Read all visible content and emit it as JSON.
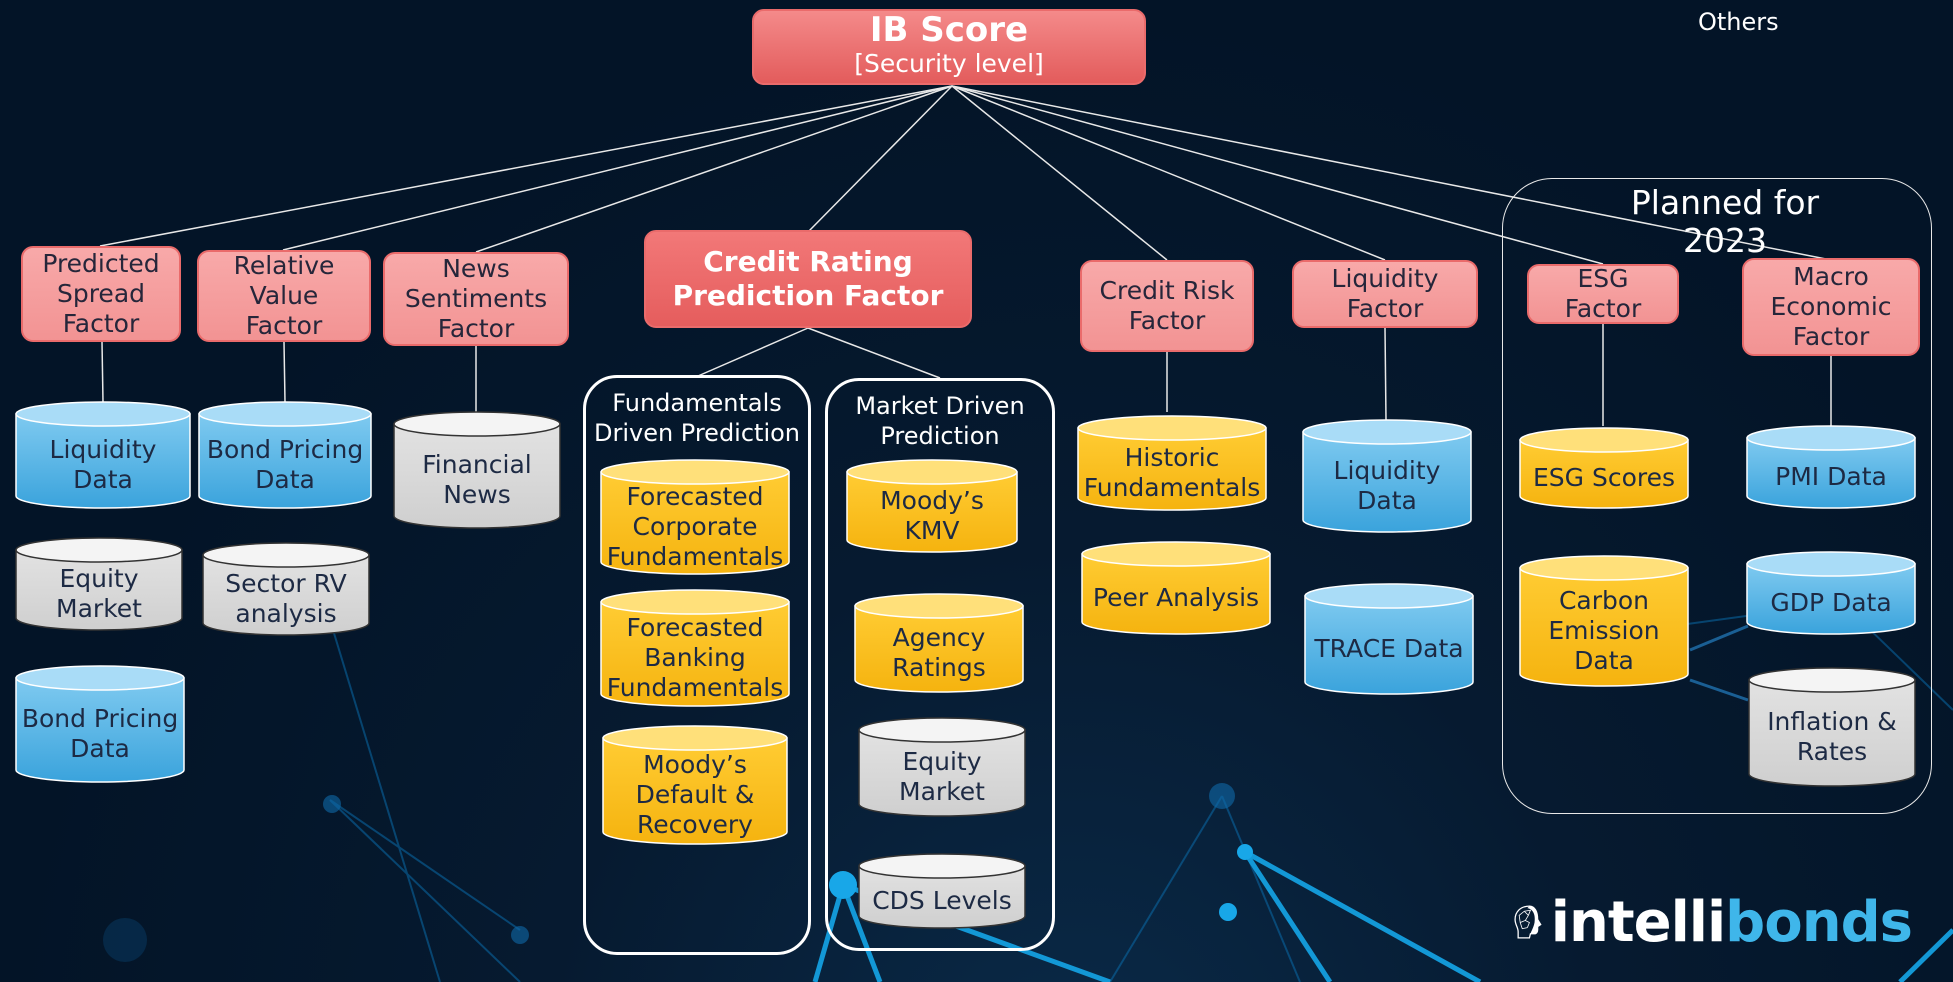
{
  "top": {
    "title": "IB Score",
    "subtitle": "[Security level]"
  },
  "others": "Others",
  "planned": {
    "label": "Planned for\n2023"
  },
  "factors": [
    {
      "id": "spread",
      "label": "Predicted\nSpread\nFactor"
    },
    {
      "id": "rv",
      "label": "Relative\nValue\nFactor"
    },
    {
      "id": "news",
      "label": "News\nSentiments\nFactor"
    },
    {
      "id": "credit",
      "label": "Credit Rating\nPrediction Factor"
    },
    {
      "id": "risk",
      "label": "Credit Risk\nFactor"
    },
    {
      "id": "liq",
      "label": "Liquidity\nFactor"
    },
    {
      "id": "esg",
      "label": "ESG\nFactor"
    },
    {
      "id": "macro",
      "label": "Macro\nEconomic\nFactor"
    }
  ],
  "groups": [
    {
      "id": "fund",
      "label": "Fundamentals\nDriven Prediction"
    },
    {
      "id": "mkt",
      "label": "Market Driven\nPrediction"
    }
  ],
  "data_sources": [
    {
      "id": "d1",
      "label": "Liquidity\nData",
      "color": "blue"
    },
    {
      "id": "d2",
      "label": "Equity\nMarket",
      "color": "gray"
    },
    {
      "id": "d3",
      "label": "Bond Pricing\nData",
      "color": "blue"
    },
    {
      "id": "d4",
      "label": "Bond Pricing\nData",
      "color": "blue"
    },
    {
      "id": "d5",
      "label": "Sector RV\nanalysis",
      "color": "gray"
    },
    {
      "id": "d6",
      "label": "Financial\nNews",
      "color": "gray"
    },
    {
      "id": "d7",
      "label": "Forecasted\nCorporate\nFundamentals",
      "color": "yellow"
    },
    {
      "id": "d8",
      "label": "Forecasted\nBanking\nFundamentals",
      "color": "yellow"
    },
    {
      "id": "d9",
      "label": "Moody’s\nDefault &\nRecovery",
      "color": "yellow"
    },
    {
      "id": "d10",
      "label": "Moody’s\nKMV",
      "color": "yellow"
    },
    {
      "id": "d11",
      "label": "Agency\nRatings",
      "color": "yellow"
    },
    {
      "id": "d12",
      "label": "Equity\nMarket",
      "color": "gray"
    },
    {
      "id": "d13",
      "label": "CDS Levels",
      "color": "gray"
    },
    {
      "id": "d14",
      "label": "Historic\nFundamentals",
      "color": "yellow"
    },
    {
      "id": "d15",
      "label": "Peer Analysis",
      "color": "yellow"
    },
    {
      "id": "d16",
      "label": "Liquidity\nData",
      "color": "blue"
    },
    {
      "id": "d17",
      "label": "TRACE Data",
      "color": "blue"
    },
    {
      "id": "d18",
      "label": "ESG Scores",
      "color": "yellow"
    },
    {
      "id": "d19",
      "label": "Carbon\nEmission\nData",
      "color": "yellow"
    },
    {
      "id": "d20",
      "label": "PMI Data",
      "color": "blue"
    },
    {
      "id": "d21",
      "label": "GDP Data",
      "color": "blue"
    },
    {
      "id": "d22",
      "label": "Inflation &\nRates",
      "color": "gray"
    }
  ],
  "logo": {
    "part1": "intelli",
    "part2": "bonds",
    "icon": "brain-head-icon"
  },
  "palette": {
    "blue": {
      "top": "#a9dcf7",
      "body1": "#7fcaf0",
      "body2": "#3aa3dc",
      "stroke": "#ffffff",
      "text": "#1d2a44"
    },
    "gray": {
      "top": "#f4f4f4",
      "body1": "#e2e2e2",
      "body2": "#cfcfcf",
      "stroke": "#333333",
      "text": "#1d2a44"
    },
    "yellow": {
      "top": "#ffe07a",
      "body1": "#ffcc33",
      "body2": "#f5b30f",
      "stroke": "#ffffff",
      "text": "#1d2a44"
    }
  }
}
